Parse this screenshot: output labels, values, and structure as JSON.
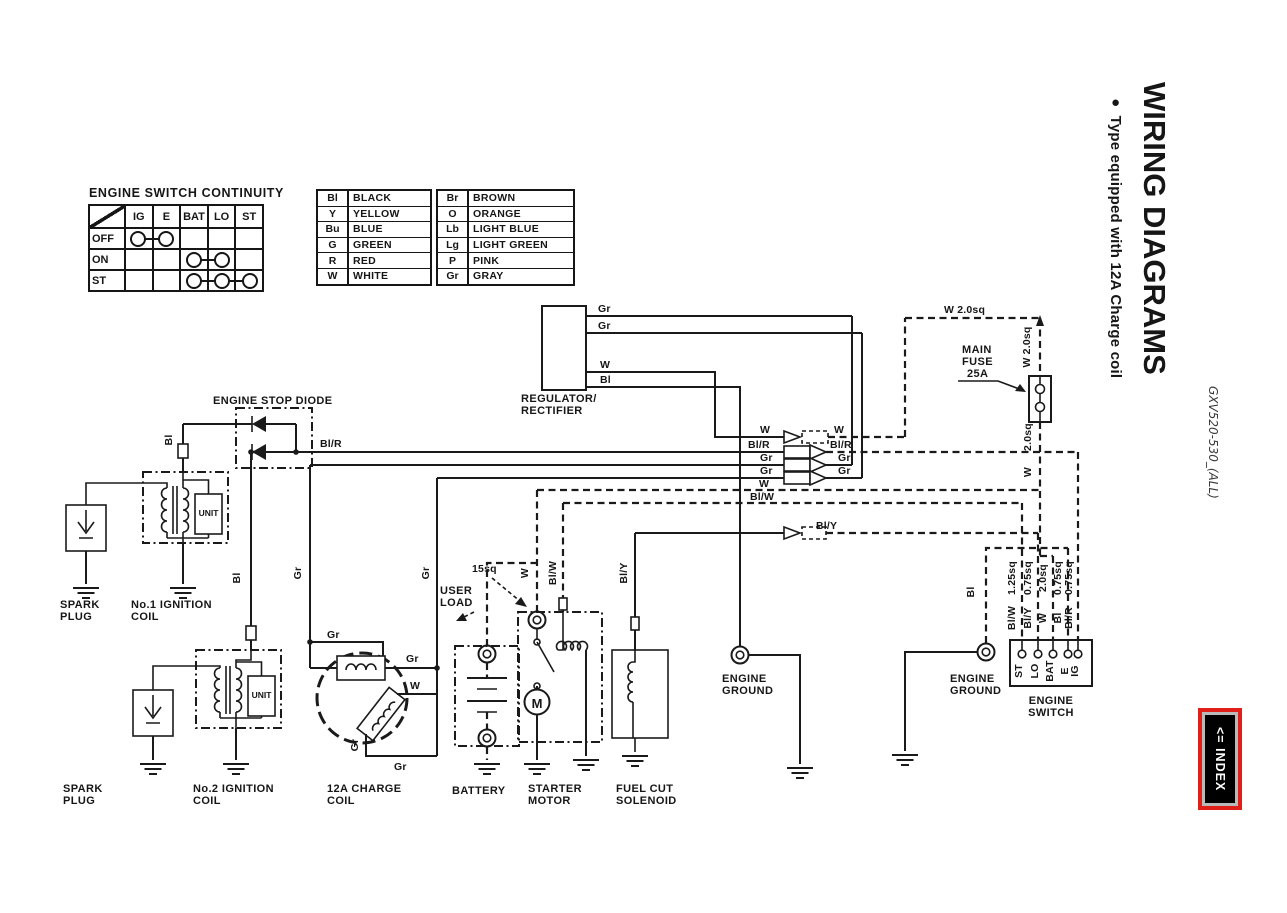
{
  "page": {
    "model_code": "GXV520-530_(ALL)"
  },
  "sidebar": {
    "title": "WIRING DIAGRAMS",
    "subtitle": "● Type equipped with 12A Charge coil",
    "index_button": "<= INDEX",
    "accent_red": "#e02018"
  },
  "continuity": {
    "title": "ENGINE SWITCH CONTINUITY",
    "columns": [
      "IG",
      "E",
      "BAT",
      "LO",
      "ST"
    ],
    "rows": [
      {
        "label": "OFF",
        "connected": [
          "IG",
          "E"
        ]
      },
      {
        "label": "ON",
        "connected": [
          "BAT",
          "LO"
        ]
      },
      {
        "label": "ST",
        "connected": [
          "BAT",
          "LO",
          "ST"
        ]
      }
    ]
  },
  "color_codes": {
    "left": [
      {
        "code": "Bl",
        "name": "BLACK"
      },
      {
        "code": "Y",
        "name": "YELLOW"
      },
      {
        "code": "Bu",
        "name": "BLUE"
      },
      {
        "code": "G",
        "name": "GREEN"
      },
      {
        "code": "R",
        "name": "RED"
      },
      {
        "code": "W",
        "name": "WHITE"
      }
    ],
    "right": [
      {
        "code": "Br",
        "name": "BROWN"
      },
      {
        "code": "O",
        "name": "ORANGE"
      },
      {
        "code": "Lb",
        "name": "LIGHT BLUE"
      },
      {
        "code": "Lg",
        "name": "LIGHT GREEN"
      },
      {
        "code": "P",
        "name": "PINK"
      },
      {
        "code": "Gr",
        "name": "GRAY"
      }
    ]
  },
  "diagram": {
    "labels": {
      "engine_stop_diode": "ENGINE STOP DIODE",
      "regulator1": "REGULATOR/",
      "regulator2": "RECTIFIER",
      "spark1": "SPARK",
      "spark2": "PLUG",
      "coil1a": "No.1 IGNITION",
      "coil1b": "COIL",
      "coil2a": "No.2 IGNITION",
      "coil2b": "COIL",
      "charge1": "12A CHARGE",
      "charge2": "COIL",
      "battery": "BATTERY",
      "starter1": "STARTER",
      "starter2": "MOTOR",
      "fuel1": "FUEL CUT",
      "fuel2": "SOLENOID",
      "ground1": "ENGINE",
      "ground2": "GROUND",
      "switch1": "ENGINE",
      "switch2": "SWITCH",
      "fuse1": "MAIN",
      "fuse2": "FUSE",
      "fuse3": "25A",
      "user1": "USER",
      "user2": "LOAD",
      "unit": "UNIT"
    },
    "terminals": [
      "ST",
      "LO",
      "BAT",
      "E",
      "IG"
    ],
    "wires": {
      "gr": "Gr",
      "w": "W",
      "bl": "Bl",
      "blr": "Bl/R",
      "blw": "Bl/W",
      "bly": "Bl/Y",
      "w20": "W 2.0sq",
      "s20": "2.0sq",
      "s125": "1.25sq",
      "s075": "0.75sq",
      "s15": "15sq"
    }
  }
}
